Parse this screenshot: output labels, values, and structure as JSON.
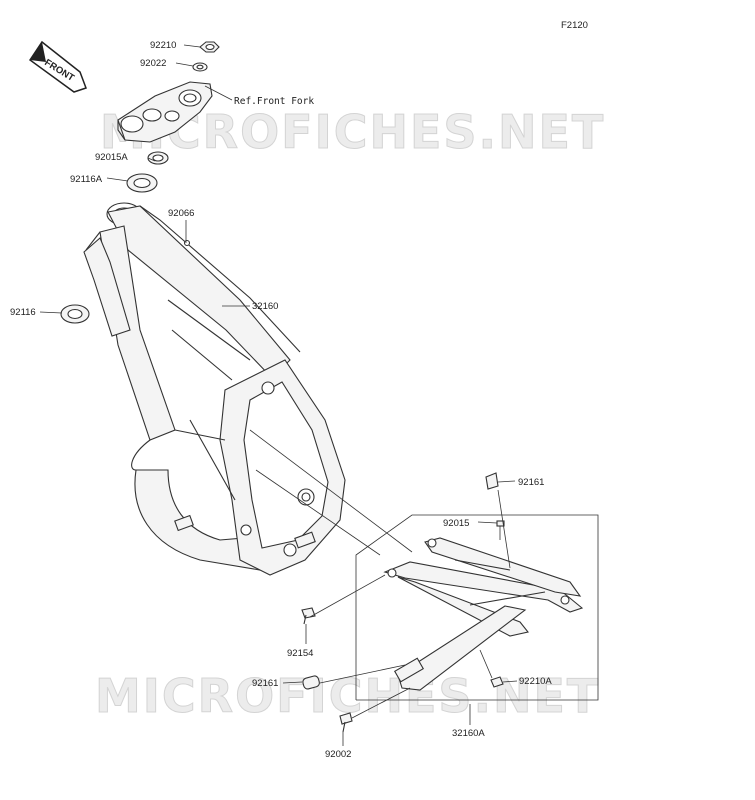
{
  "figure_code": "F2120",
  "front_badge": "FRONT",
  "watermark": "MICROFICHES.NET",
  "reference_note": "Ref.Front Fork",
  "parts": {
    "p92210": "92210",
    "p92022": "92022",
    "p92015A": "92015A",
    "p92116A": "92116A",
    "p92066": "92066",
    "p92116": "92116",
    "p32160": "32160",
    "p92161_top": "92161",
    "p92015": "92015",
    "p92154": "92154",
    "p92161_bottom": "92161",
    "p92210A": "92210A",
    "p92002": "92002",
    "p32160A": "32160A"
  }
}
